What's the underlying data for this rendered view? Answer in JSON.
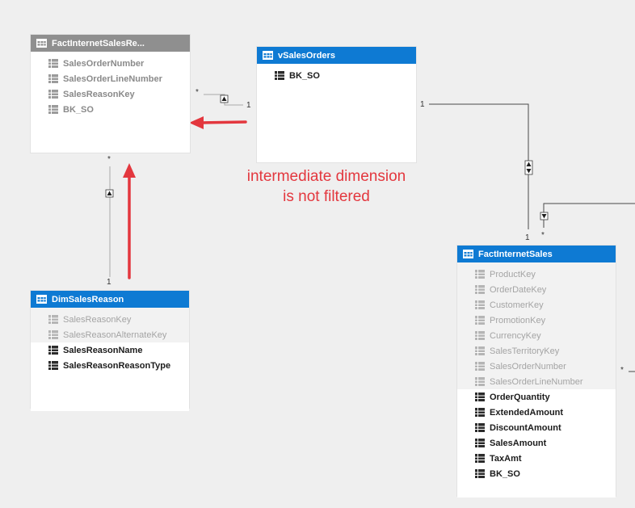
{
  "tables": {
    "fact_sales_reason": {
      "title": "FactInternetSalesRe...",
      "fields": [
        "SalesOrderNumber",
        "SalesOrderLineNumber",
        "SalesReasonKey",
        "BK_SO"
      ]
    },
    "v_sales_orders": {
      "title": "vSalesOrders",
      "fields": [
        "BK_SO"
      ]
    },
    "dim_sales_reason": {
      "title": "DimSalesReason",
      "hidden_fields": [
        "SalesReasonKey",
        "SalesReasonAlternateKey"
      ],
      "fields": [
        "SalesReasonName",
        "SalesReasonReasonType"
      ]
    },
    "fact_internet_sales": {
      "title": "FactInternetSales",
      "hidden_fields": [
        "ProductKey",
        "OrderDateKey",
        "CustomerKey",
        "PromotionKey",
        "CurrencyKey",
        "SalesTerritoryKey",
        "SalesOrderNumber",
        "SalesOrderLineNumber"
      ],
      "fields": [
        "OrderQuantity",
        "ExtendedAmount",
        "DiscountAmount",
        "SalesAmount",
        "TaxAmt",
        "BK_SO"
      ]
    }
  },
  "relationships": {
    "many_label": "*",
    "one_label": "1"
  },
  "annotation": {
    "line1": "intermediate dimension",
    "line2": "is not filtered"
  },
  "colors": {
    "header_blue": "#0e7ad3",
    "header_gray": "#8f8f8f",
    "arrow_red": "#e3373e",
    "canvas": "#efefef"
  },
  "icons": {
    "table": "table-icon",
    "column": "column-icon"
  }
}
